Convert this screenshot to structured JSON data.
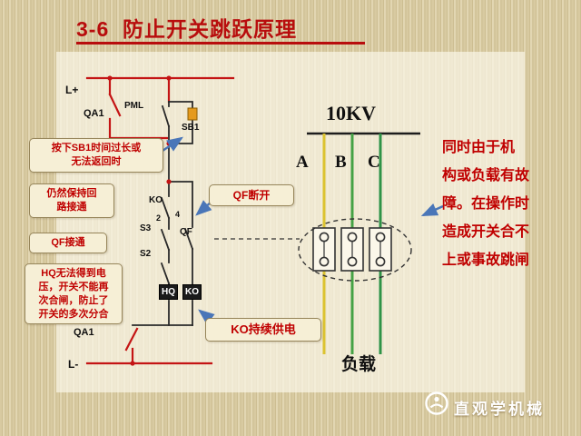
{
  "slide": {
    "title": "3-6  防止开关跳跃原理",
    "accent_color": "#b80d0d"
  },
  "circuit": {
    "l_plus": "L+",
    "qa1_top": "QA1",
    "pml": "PML",
    "sb1": "SB1",
    "ko_contact": "KO",
    "terminal_2": "2",
    "terminal_4": "4",
    "s3": "S3",
    "qf": "QF",
    "s2": "S2",
    "hq_box": "HQ",
    "ko_box": "KO",
    "qa1_bottom": "QA1",
    "l_minus": "L-"
  },
  "power": {
    "voltage": "10KV",
    "phase_a": "A",
    "phase_b": "B",
    "phase_c": "C",
    "load": "负载",
    "phase_a_color": "#dcc331",
    "phase_b_color": "#45a245",
    "phase_c_color": "#2f9347"
  },
  "callouts": {
    "sb1_hold": "按下SB1时间过长或\n无法返回时",
    "keep_loop": "仍然保持回\n路接通",
    "qf_on": "QF接通",
    "hq_no_voltage": "HQ无法得到电\n压，开关不能再\n次合闸，防止了\n开关的多次分合",
    "qf_off": "QF断开",
    "ko_supply": "KO持续供电",
    "fault_note": "同时由于机\n构或负载有故\n障。在操作时\n造成开关合不\n上或事故跳闸"
  },
  "watermark": {
    "brand": "直观学机械"
  }
}
